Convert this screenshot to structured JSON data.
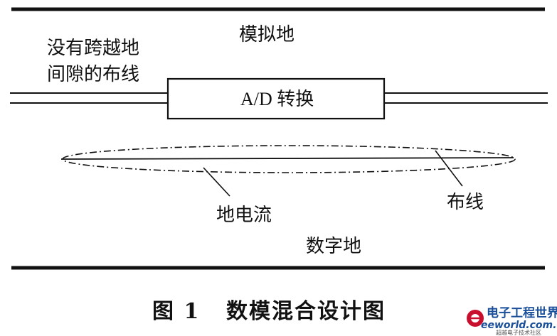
{
  "labels": {
    "analog_ground": "模拟地",
    "no_cross_line1": "没有跨越地",
    "no_cross_line2": "间隙的布线",
    "ad_converter": "A/D 转换",
    "ground_current": "地电流",
    "trace": "布线",
    "digital_ground": "数字地"
  },
  "caption": {
    "figure_no": "图 1",
    "title": "数模混合设计图"
  },
  "watermark": {
    "site_name": "电子工程世界",
    "url": "eeworld.com.cn",
    "tagline": "超越电子技术社区"
  },
  "colors": {
    "ink": "#111111",
    "watermark_blue": "#1a4f9a",
    "watermark_red": "#c8102e"
  }
}
